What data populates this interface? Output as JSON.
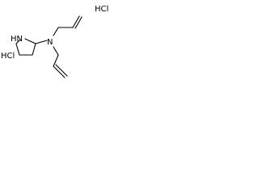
{
  "molecule": {
    "ring_nh_label": "HN",
    "amine_n_label": "N",
    "salts": [
      "HCl",
      "HCl"
    ]
  }
}
